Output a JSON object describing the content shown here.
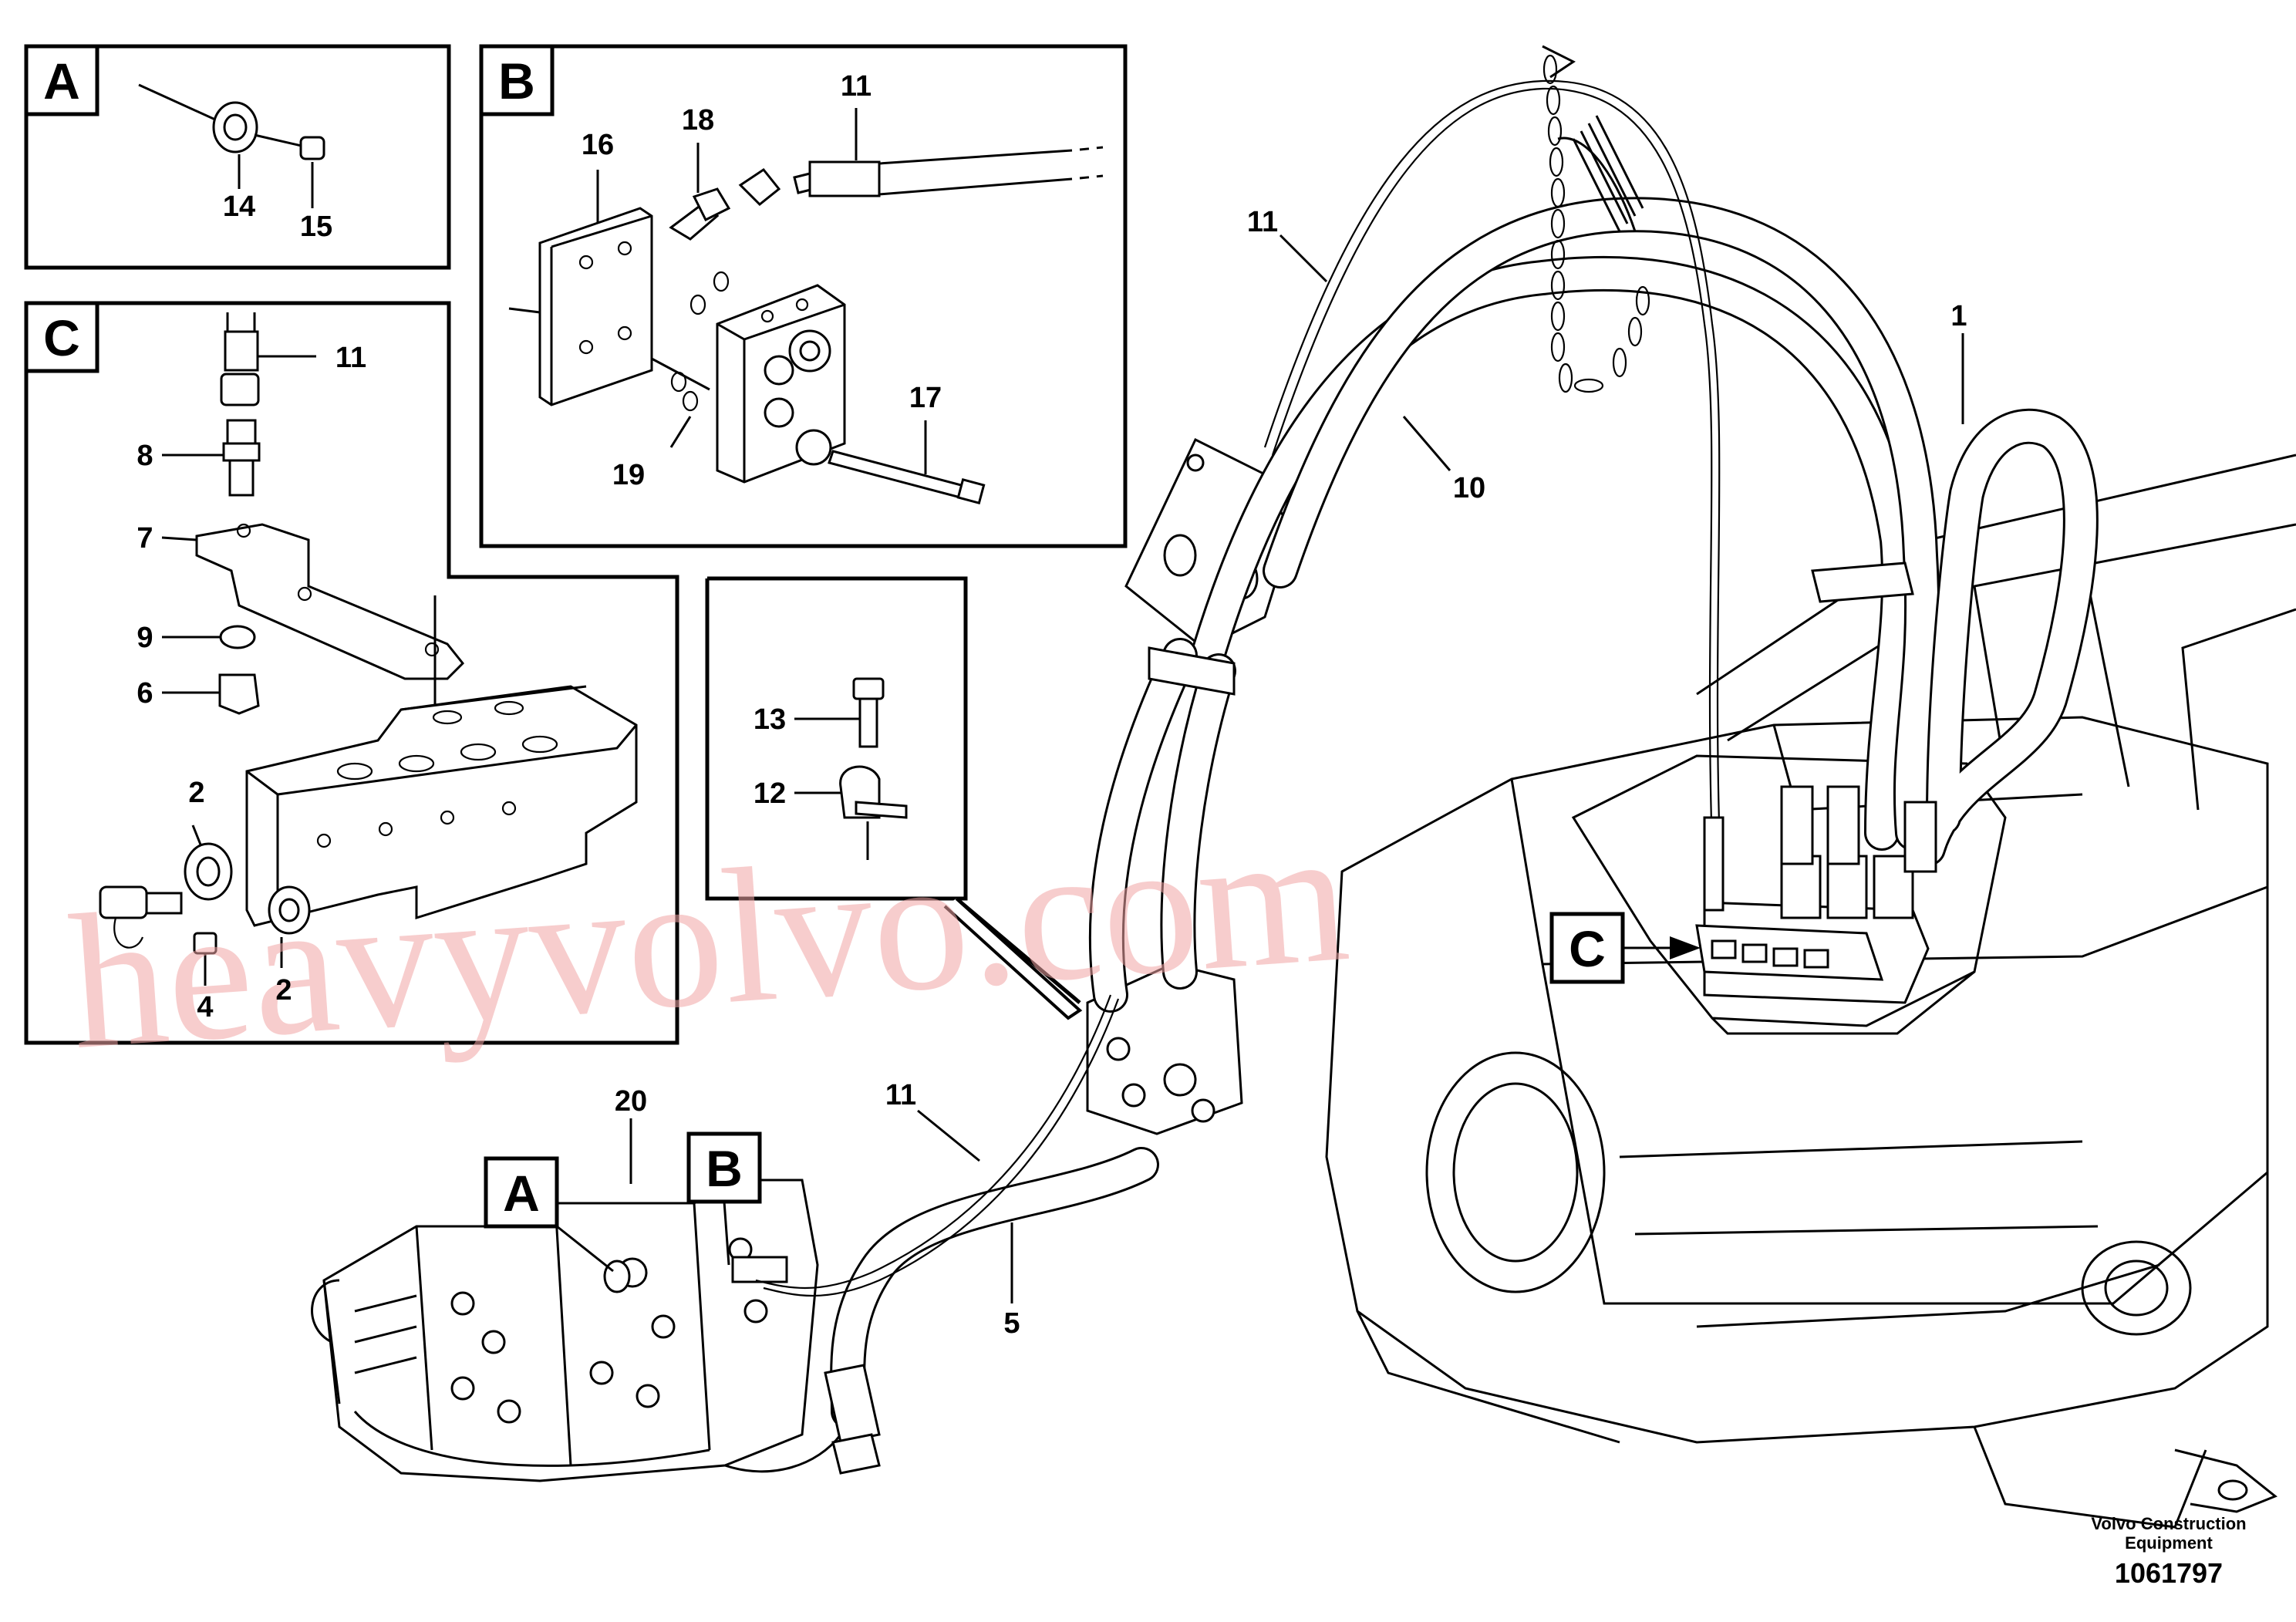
{
  "detail_tags": {
    "A": "A",
    "B": "B",
    "C": "C",
    "A_main": "A",
    "B_main": "B",
    "C_main": "C"
  },
  "part_numbers": {
    "a14": "14",
    "a15": "15",
    "b16": "16",
    "b18": "18",
    "b11": "11",
    "b17": "17",
    "b19": "19",
    "c11": "11",
    "c8": "8",
    "c7": "7",
    "c9": "9",
    "c6": "6",
    "c2a": "2",
    "c2b": "2",
    "c4": "4",
    "d13": "13",
    "d12": "12",
    "m11a": "11",
    "m10": "10",
    "m1": "1",
    "m11b": "11",
    "m5": "5",
    "m20": "20"
  },
  "watermark": "heavyvolvo.com",
  "credit": {
    "line1": "Volvo Construction",
    "line2": "Equipment",
    "doc_number": "1061797"
  }
}
